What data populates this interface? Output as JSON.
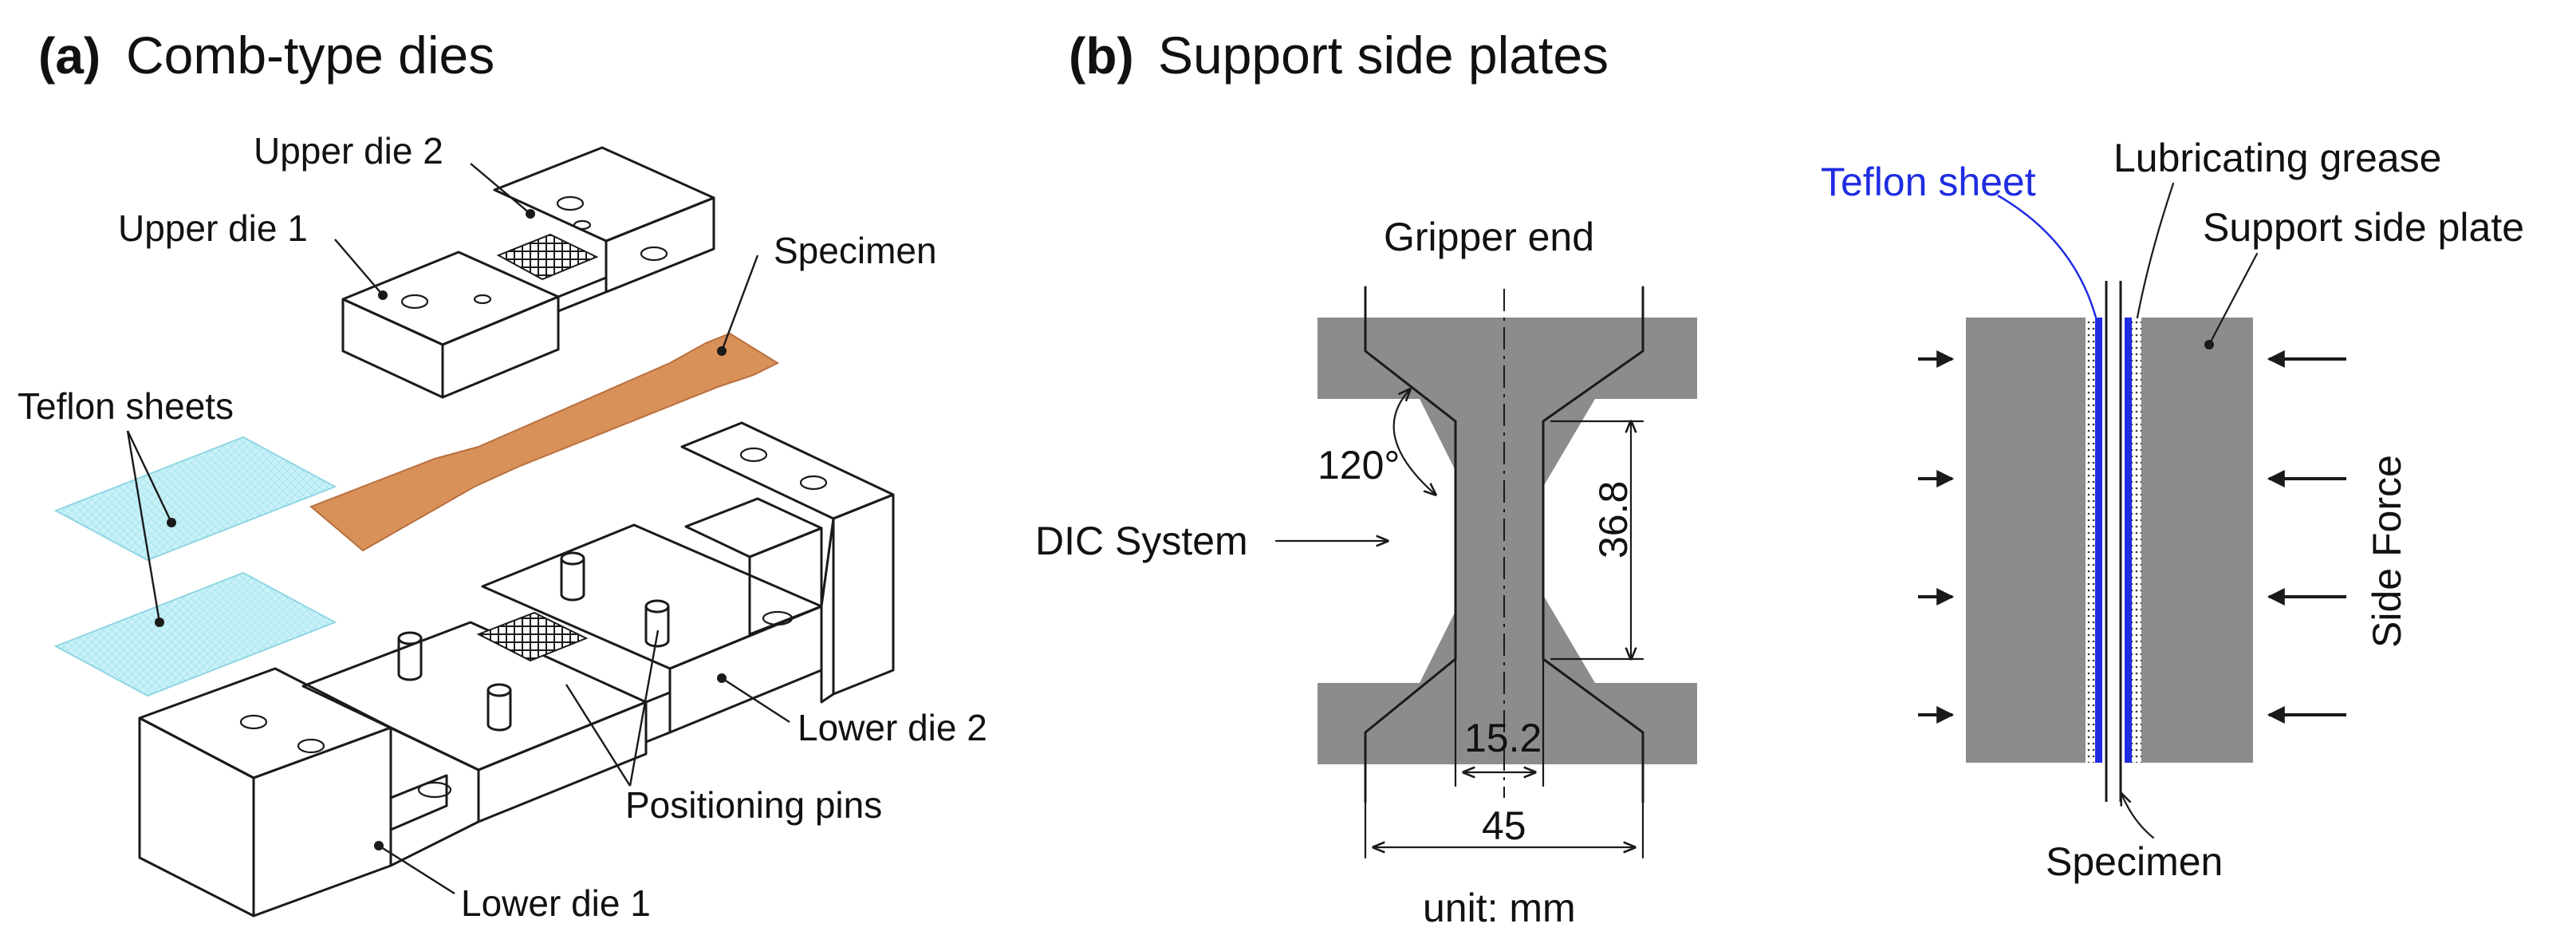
{
  "panel_a": {
    "tag": "(a)",
    "title": "Comb-type dies",
    "labels": {
      "upper_die_2": "Upper die 2",
      "upper_die_1": "Upper die 1",
      "specimen": "Specimen",
      "teflon_sheets": "Teflon sheets",
      "lower_die_2": "Lower die 2",
      "positioning_pins": "Positioning pins",
      "lower_die_1": "Lower die 1"
    }
  },
  "panel_b": {
    "tag": "(b)",
    "title": "Support side plates",
    "front": {
      "gripper_end": "Gripper end",
      "dic_system": "DIC System",
      "angle": "120°",
      "gauge_length": "36.8",
      "gauge_width": "15.2",
      "total_width": "45",
      "unit": "unit: mm"
    },
    "side": {
      "teflon_sheet": "Teflon sheet",
      "lubricating_grease": "Lubricating grease",
      "support_side_plate": "Support side plate",
      "side_force": "Side Force",
      "specimen": "Specimen"
    }
  },
  "colors": {
    "specimen_orange": "#d9915a",
    "plate_gray": "#8c8c8c",
    "teflon_blue": "#1f2de0",
    "teflon_sheet_cyan": "#c8f2f8",
    "line_black": "#1a1a1a"
  }
}
